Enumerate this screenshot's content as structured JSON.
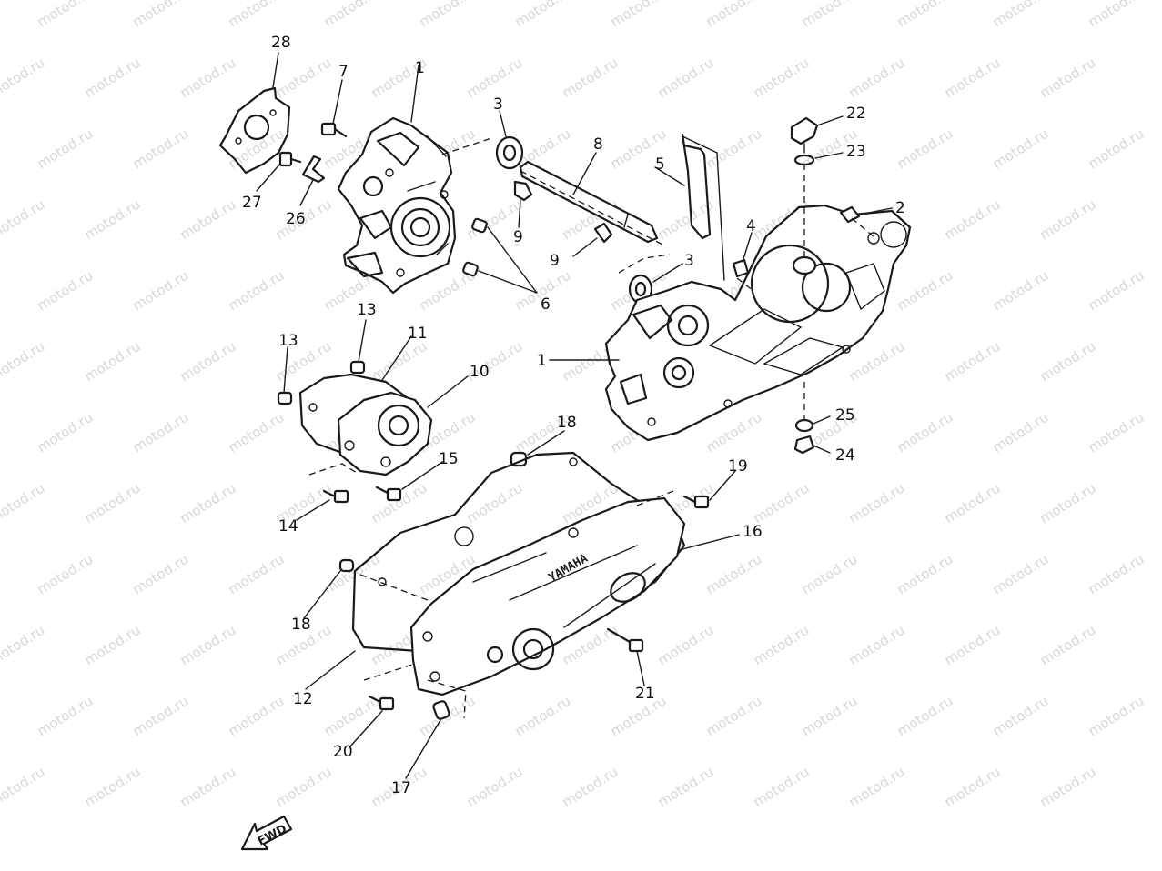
{
  "watermark": {
    "text": "motod.ru"
  },
  "brand": {
    "text": "YAMAHA"
  },
  "direction": {
    "text": "FWD"
  },
  "callouts": {
    "c1a": "1",
    "c1b": "1",
    "c2": "2",
    "c3a": "3",
    "c3b": "3",
    "c4": "4",
    "c5": "5",
    "c6": "6",
    "c7": "7",
    "c8": "8",
    "c9a": "9",
    "c9b": "9",
    "c10": "10",
    "c11": "11",
    "c12": "12",
    "c13a": "13",
    "c13b": "13",
    "c14": "14",
    "c15": "15",
    "c16": "16",
    "c17": "17",
    "c18a": "18",
    "c18b": "18",
    "c19": "19",
    "c20": "20",
    "c21": "21",
    "c22": "22",
    "c23": "23",
    "c24": "24",
    "c25": "25",
    "c26": "26",
    "c27": "27",
    "c28": "28"
  }
}
